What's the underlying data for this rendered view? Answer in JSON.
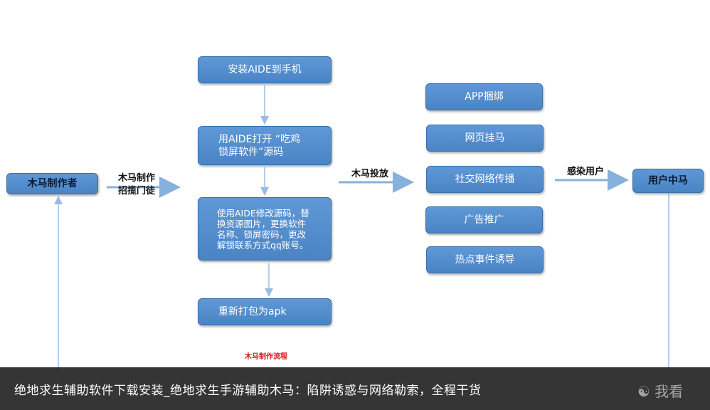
{
  "nodes": {
    "trojan_maker": "木马制作者",
    "install_aide": "安装AIDE到手机",
    "open_source": "用AIDE打开 “吃鸡\n锁屏软件”源码",
    "modify_source": "使用AIDE修改源码，替\n换资源图片，更换软件\n名称、锁屏密码，更改\n解锁联系方式qq账号。",
    "repack_apk": "重新打包为apk",
    "app_bundle": "APP捆绑",
    "webpage_hang": "网页挂马",
    "social_spread": "社交网络传播",
    "ad_promo": "广告推广",
    "hot_event": "热点事件诱导",
    "user_infected": "用户中马"
  },
  "edge_labels": {
    "make_recruit": "木马制作\n招揽门徒",
    "deploy": "木马投放",
    "infect": "感染用户"
  },
  "caption": "木马制作流程",
  "bottom_title": "绝地求生辅助软件下载安装_绝地求生手游辅助木马：陷阱诱惑与网络勒索，全程干货",
  "watermark": "我看",
  "colors": {
    "box_fill": "#5b93d3",
    "box_border": "#3c6fa6",
    "arrow": "#86b1dc",
    "caption": "#d21a1a"
  }
}
